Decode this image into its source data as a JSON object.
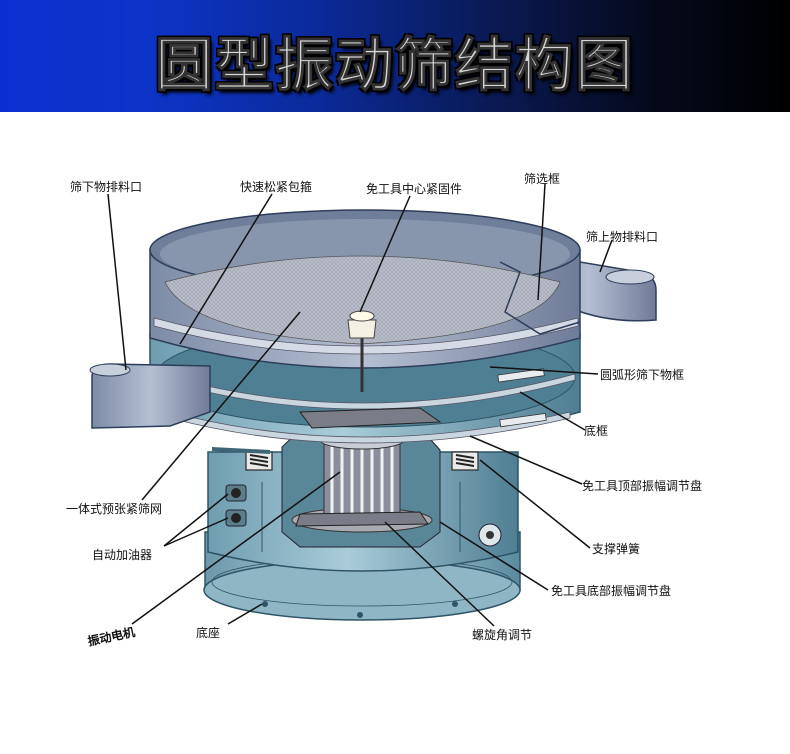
{
  "header": {
    "title": "圆型振动筛结构图"
  },
  "labels": {
    "screen_under_discharge": "筛下物排料口",
    "quick_release_clamp": "快速松紧包箍",
    "toolfree_center_fastener": "免工具中心紧固件",
    "screen_frame": "筛选框",
    "screen_over_discharge": "筛上物排料口",
    "arc_under_frame": "圆弧形筛下物框",
    "bottom_frame": "底框",
    "toolfree_top_amplitude_disc": "免工具顶部振幅调节盘",
    "support_spring": "支撑弹簧",
    "toolfree_bottom_amplitude_disc": "免工具底部振幅调节盘",
    "helix_angle_adjust": "螺旋角调节",
    "base": "底座",
    "vibration_motor": "振动电机",
    "auto_oiler": "自动加油器",
    "integrated_pretension_mesh": "一体式预张紧筛网"
  },
  "colors": {
    "banner_blue": "#0a2fd0",
    "banner_black": "#000000",
    "machine_body": "#5f8fa2",
    "machine_light": "#9ec3cf",
    "machine_dark": "#335a6a",
    "mesh": "#b9bcc6",
    "frame_grey": "#8b93a8"
  }
}
